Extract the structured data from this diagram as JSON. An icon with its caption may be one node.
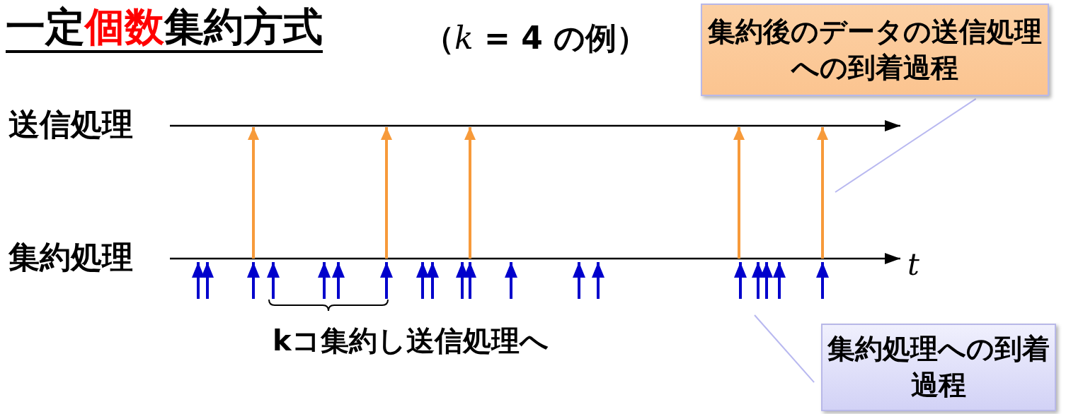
{
  "diagram": {
    "title": "一定**個数**集約方式",
    "nodes": [
      {
        "text": [
          "集約後のデータの送信処理への到着過程"
        ]
      },
      {
        "text": [
          "集約処理への到着過程"
        ]
      }
    ],
    "edges": [
      {
        "from": 0,
        "to": null,
        "arrow": "none"
      },
      {
        "from": 1,
        "to": null,
        "arrow": "none"
      }
    ],
    "labels": [
      "（*k* = 4 の例）",
      "送信処理",
      "集約処理",
      "*t*",
      "kコ集約し送信処理へ"
    ]
  }
}
